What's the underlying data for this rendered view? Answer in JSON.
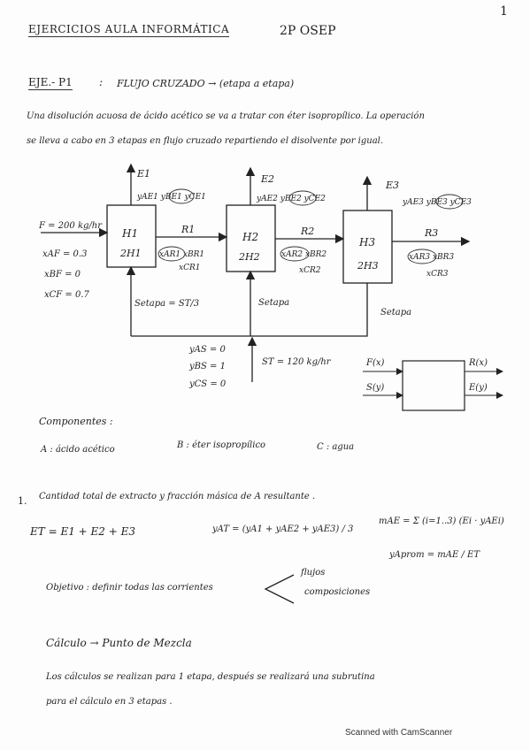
{
  "page_number": "1",
  "header": {
    "title": "EJERCICIOS AULA INFORMÁTICA",
    "subtitle": "2P OSEP"
  },
  "exercise": {
    "heading": "EJE.- P1",
    "separator": ":",
    "method": "FLUJO CRUZADO → (etapa a etapa)",
    "statement_line1": "Una disolución acuosa de ácido acético se va a tratar con éter isopropílico. La operación",
    "statement_line2": "se lleva a cabo en 3 etapas en flujo cruzado repartiendo el disolvente por igual."
  },
  "diagram": {
    "feed_label": "F = 200 kg/hr",
    "feed_comps": [
      "xAF = 0.3",
      "xBF = 0",
      "xCF = 0.7"
    ],
    "stages": [
      {
        "name": "H1",
        "enthalpy": "2H1"
      },
      {
        "name": "H2",
        "enthalpy": "2H2"
      },
      {
        "name": "H3",
        "enthalpy": "2H3"
      }
    ],
    "extracts": [
      {
        "name": "E1",
        "comps": "yAE1 yBE1 yCE1"
      },
      {
        "name": "E2",
        "comps": "yAE2 yBE2 yCE2"
      },
      {
        "name": "E3",
        "comps": "yAE3 yBE3 yCE3"
      }
    ],
    "raffinates": [
      {
        "name": "R1",
        "comps": "xAR1 xBR1",
        "comp2": "xCR1"
      },
      {
        "name": "R2",
        "comps": "xAR2 xBR2",
        "comp2": "xCR2"
      },
      {
        "name": "R3",
        "comps": "xAR3 xBR3",
        "comp2": "xCR3"
      }
    ],
    "solvent_stage1": "Setapa = ST/3",
    "solvent_stage2": "Setapa",
    "solvent_stage3": "Setapa",
    "solvent_comps": [
      "yAS = 0",
      "yBS = 1",
      "yCS = 0"
    ],
    "solvent_total": "ST = 120 kg/hr",
    "legend": {
      "in_top": "F(x)",
      "in_bottom": "S(y)",
      "out_top": "R(x)",
      "out_bottom": "E(y)"
    }
  },
  "components": {
    "title": "Componentes :",
    "list": [
      "A : ácido acético",
      "B : éter isopropílico",
      "C : agua"
    ]
  },
  "section1": {
    "number": "1.",
    "title": "Cantidad total de extracto y fracción másica de A resultante .",
    "eq_ET": "ET = E1 + E2 + E3",
    "eq_yAT": "yAT = (yA1 + yAE2 + yAE3) / 3",
    "eq_mAE": "mAE = Σ (i=1..3) (Ei · yAEi)",
    "eq_yprom": "yAprom = mAE / ET",
    "objective": "Objetivo : definir todas las corrientes",
    "objective_items": [
      "flujos",
      "composiciones"
    ]
  },
  "calc": {
    "title": "Cálculo → Punto de Mezcla",
    "line1": "Los cálculos se realizan para 1 etapa, después se realizará una subrutina",
    "line2": "para el cálculo en 3 etapas ."
  },
  "footer": "Scanned with CamScanner"
}
